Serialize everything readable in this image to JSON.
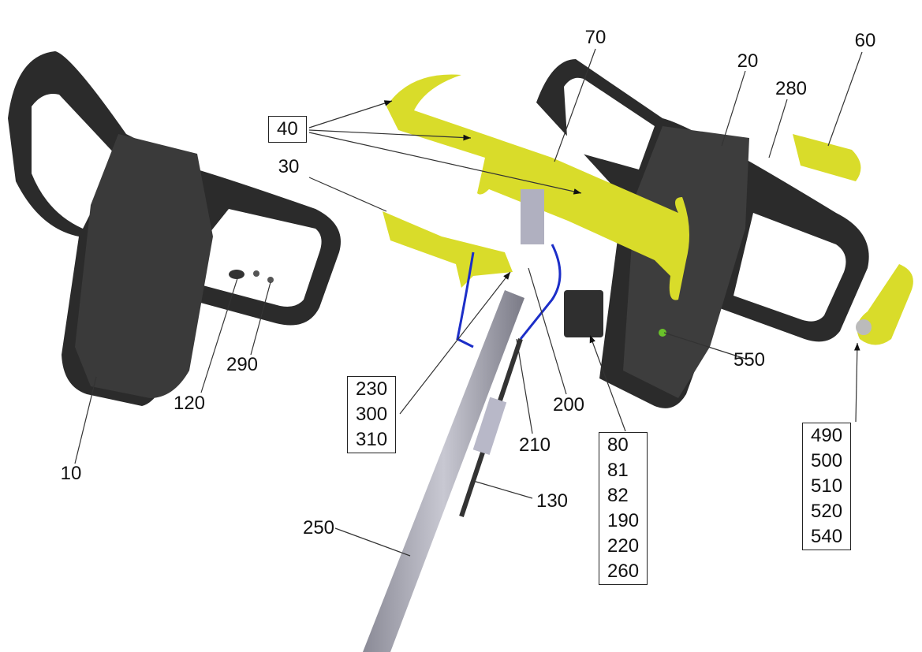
{
  "colors": {
    "handle": "#2b2b2b",
    "yellow": "#d9dc2a",
    "tube": "#9a9aa6",
    "leader": "#333333"
  },
  "labels": {
    "l70": "70",
    "l20": "20",
    "l60": "60",
    "l280": "280",
    "l30": "30",
    "l10": "10",
    "l120": "120",
    "l290": "290",
    "l200": "200",
    "l210": "210",
    "l130": "130",
    "l250": "250",
    "l550": "550"
  },
  "boxes": {
    "box40": [
      "40"
    ],
    "box230": [
      "230",
      "300",
      "310"
    ],
    "box80": [
      "80",
      "81",
      "82",
      "190",
      "220",
      "260"
    ],
    "box490": [
      "490",
      "500",
      "510",
      "520",
      "540"
    ]
  }
}
